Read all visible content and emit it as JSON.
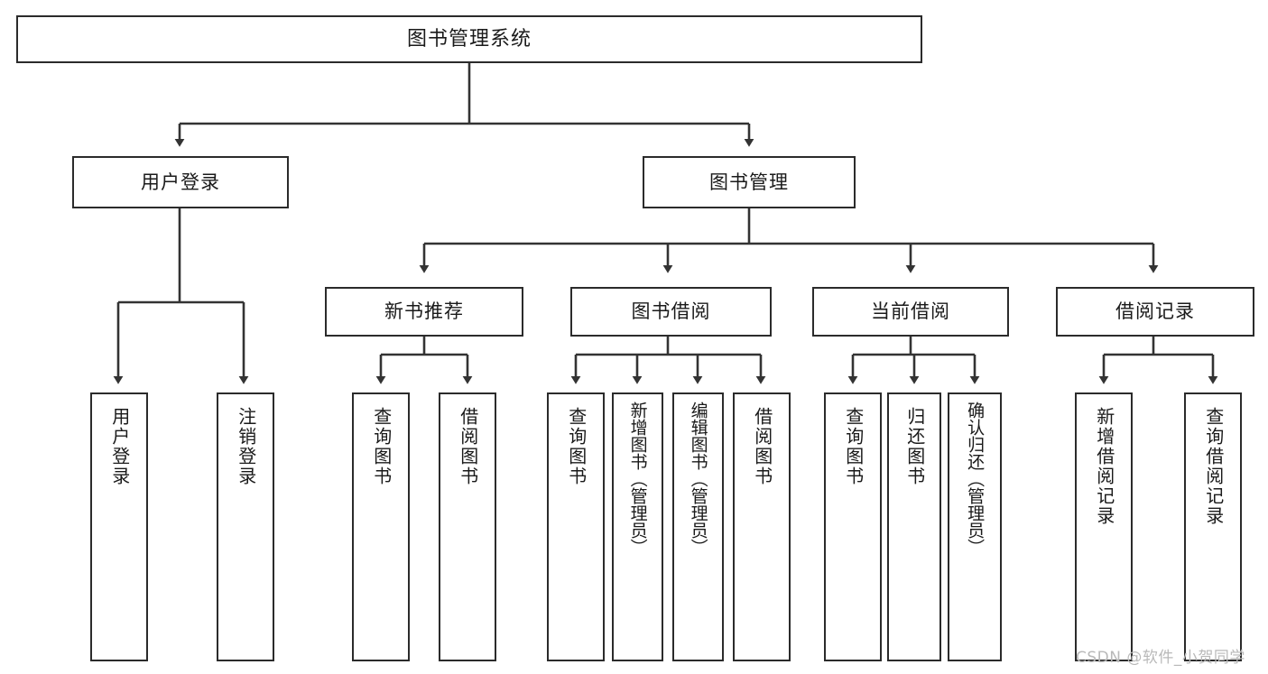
{
  "diagram": {
    "type": "tree-hierarchy",
    "title": "图书管理系统",
    "orientation": "top-down",
    "colors": {
      "box_border": "#2b2b2b",
      "box_fill": "#ffffff",
      "connector": "#333333",
      "text": "#1a1a1a",
      "watermark": "#b9b9b9",
      "background": "#ffffff"
    }
  },
  "nodes": {
    "root": {
      "label": "图书管理系统"
    },
    "level1": [
      {
        "label": "用户登录"
      },
      {
        "label": "图书管理"
      }
    ],
    "level2": [
      {
        "label": "新书推荐"
      },
      {
        "label": "图书借阅"
      },
      {
        "label": "当前借阅"
      },
      {
        "label": "借阅记录"
      }
    ],
    "leaves": {
      "user_login": [
        {
          "label": "用户登录"
        },
        {
          "label": "注销登录"
        }
      ],
      "new_book_recommend": [
        {
          "label": "查询图书"
        },
        {
          "label": "借阅图书"
        }
      ],
      "book_borrow": [
        {
          "label": "查询图书"
        },
        {
          "label": "新增图书（管理员）"
        },
        {
          "label": "编辑图书（管理员）"
        },
        {
          "label": "借阅图书"
        }
      ],
      "current_borrow": [
        {
          "label": "查询图书"
        },
        {
          "label": "归还图书"
        },
        {
          "label": "确认归还（管理员）"
        }
      ],
      "borrow_record": [
        {
          "label": "新增借阅记录"
        },
        {
          "label": "查询借阅记录"
        }
      ]
    }
  },
  "watermark": {
    "text": "CSDN @软件_小贺同学"
  }
}
